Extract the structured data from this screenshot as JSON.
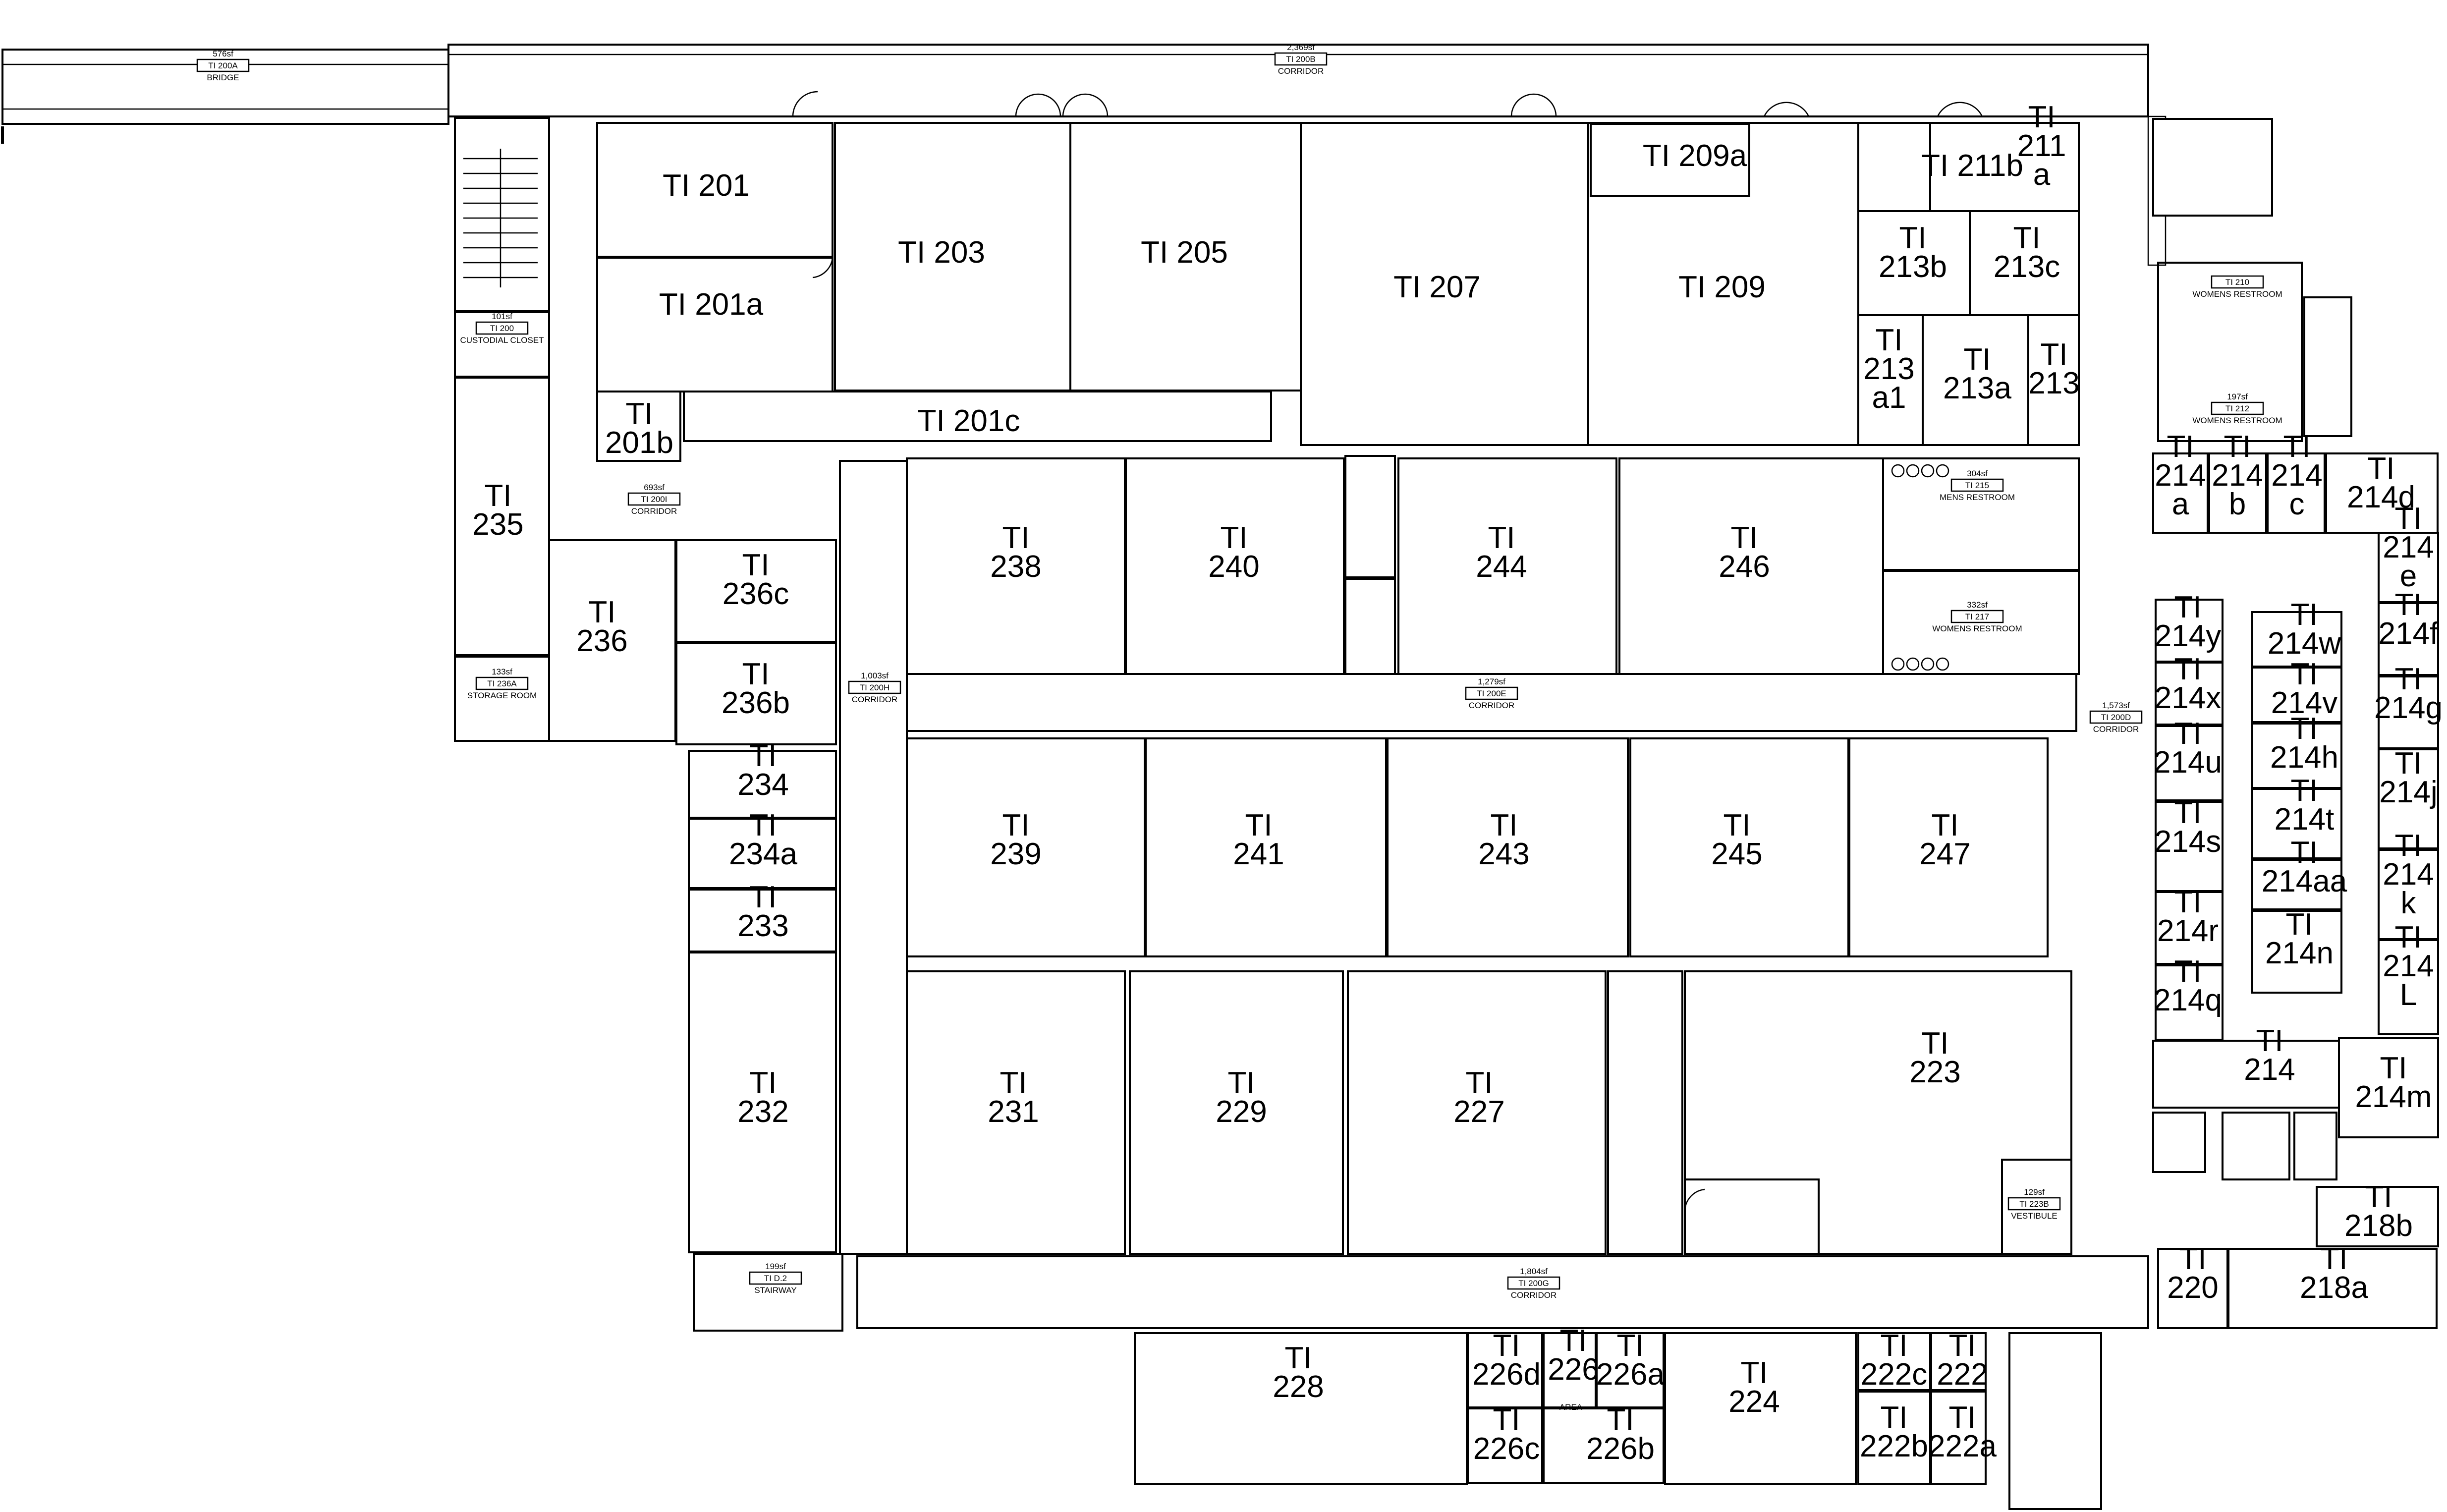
{
  "rooms": [
    {
      "id": "r201",
      "lines": [
        "TI 201"
      ]
    },
    {
      "id": "r201a",
      "lines": [
        "TI 201a"
      ]
    },
    {
      "id": "r201b",
      "lines": [
        "TI",
        "201b"
      ]
    },
    {
      "id": "r201c",
      "lines": [
        "TI 201c"
      ]
    },
    {
      "id": "r203",
      "lines": [
        "TI 203"
      ]
    },
    {
      "id": "r205",
      "lines": [
        "TI 205"
      ]
    },
    {
      "id": "r207",
      "lines": [
        "TI 207"
      ]
    },
    {
      "id": "r209",
      "lines": [
        "TI 209"
      ]
    },
    {
      "id": "r209a",
      "lines": [
        "TI 209a"
      ]
    },
    {
      "id": "r211a",
      "lines": [
        "TI",
        "211",
        "a"
      ]
    },
    {
      "id": "r211b",
      "lines": [
        "TI 211b"
      ]
    },
    {
      "id": "r213",
      "lines": [
        "TI",
        "213"
      ]
    },
    {
      "id": "r213a",
      "lines": [
        "TI",
        "213a"
      ]
    },
    {
      "id": "r213a1",
      "lines": [
        "TI",
        "213",
        "a1"
      ]
    },
    {
      "id": "r213b",
      "lines": [
        "TI",
        "213b"
      ]
    },
    {
      "id": "r213c",
      "lines": [
        "TI",
        "213c"
      ]
    },
    {
      "id": "r214",
      "lines": [
        "TI",
        "214"
      ]
    },
    {
      "id": "r214a",
      "lines": [
        "TI",
        "214",
        "a"
      ]
    },
    {
      "id": "r214b",
      "lines": [
        "TI",
        "214",
        "b"
      ]
    },
    {
      "id": "r214c",
      "lines": [
        "TI",
        "214",
        "c"
      ]
    },
    {
      "id": "r214d",
      "lines": [
        "TI",
        "214d"
      ]
    },
    {
      "id": "r214e",
      "lines": [
        "TI",
        "214",
        "e"
      ]
    },
    {
      "id": "r214f",
      "lines": [
        "TI",
        "214f"
      ]
    },
    {
      "id": "r214g",
      "lines": [
        "TI",
        "214g"
      ]
    },
    {
      "id": "r214h",
      "lines": [
        "TI",
        "214h"
      ]
    },
    {
      "id": "r214j",
      "lines": [
        "TI",
        "214j"
      ]
    },
    {
      "id": "r214k",
      "lines": [
        "TI",
        "214",
        "k"
      ]
    },
    {
      "id": "r214L",
      "lines": [
        "TI",
        "214",
        "L"
      ]
    },
    {
      "id": "r214m",
      "lines": [
        "TI",
        "214m"
      ]
    },
    {
      "id": "r214n",
      "lines": [
        "TI",
        "214n"
      ]
    },
    {
      "id": "r214q",
      "lines": [
        "TI",
        "214q"
      ]
    },
    {
      "id": "r214r",
      "lines": [
        "TI",
        "214r"
      ]
    },
    {
      "id": "r214s",
      "lines": [
        "TI",
        "214s"
      ]
    },
    {
      "id": "r214t",
      "lines": [
        "TI",
        "214t"
      ]
    },
    {
      "id": "r214u",
      "lines": [
        "TI",
        "214u"
      ]
    },
    {
      "id": "r214v",
      "lines": [
        "TI",
        "214v"
      ]
    },
    {
      "id": "r214w",
      "lines": [
        "TI",
        "214w"
      ]
    },
    {
      "id": "r214x",
      "lines": [
        "TI",
        "214x"
      ]
    },
    {
      "id": "r214y",
      "lines": [
        "TI",
        "214y"
      ]
    },
    {
      "id": "r214aa",
      "lines": [
        "TI",
        "214aa"
      ]
    },
    {
      "id": "r218a",
      "lines": [
        "TI",
        "218a"
      ]
    },
    {
      "id": "r218b",
      "lines": [
        "TI",
        "218b"
      ]
    },
    {
      "id": "r220",
      "lines": [
        "TI",
        "220"
      ]
    },
    {
      "id": "r222",
      "lines": [
        "TI",
        "222"
      ]
    },
    {
      "id": "r222a",
      "lines": [
        "TI",
        "222a"
      ]
    },
    {
      "id": "r222b",
      "lines": [
        "TI",
        "222b"
      ]
    },
    {
      "id": "r222c",
      "lines": [
        "TI",
        "222c"
      ]
    },
    {
      "id": "r223",
      "lines": [
        "TI",
        "223"
      ]
    },
    {
      "id": "r224",
      "lines": [
        "TI",
        "224"
      ]
    },
    {
      "id": "r226",
      "lines": [
        "TI",
        "226"
      ]
    },
    {
      "id": "r226a",
      "lines": [
        "TI",
        "226a"
      ]
    },
    {
      "id": "r226b",
      "lines": [
        "TI",
        "226b"
      ]
    },
    {
      "id": "r226c",
      "lines": [
        "TI",
        "226c"
      ]
    },
    {
      "id": "r226d",
      "lines": [
        "TI",
        "226d"
      ]
    },
    {
      "id": "r227",
      "lines": [
        "TI",
        "227"
      ]
    },
    {
      "id": "r228",
      "lines": [
        "TI",
        "228"
      ]
    },
    {
      "id": "r229",
      "lines": [
        "TI",
        "229"
      ]
    },
    {
      "id": "r231",
      "lines": [
        "TI",
        "231"
      ]
    },
    {
      "id": "r232",
      "lines": [
        "TI",
        "232"
      ]
    },
    {
      "id": "r233",
      "lines": [
        "TI",
        "233"
      ]
    },
    {
      "id": "r234",
      "lines": [
        "TI",
        "234"
      ]
    },
    {
      "id": "r234a",
      "lines": [
        "TI",
        "234a"
      ]
    },
    {
      "id": "r235",
      "lines": [
        "TI",
        "235"
      ]
    },
    {
      "id": "r236",
      "lines": [
        "TI",
        "236"
      ]
    },
    {
      "id": "r236b",
      "lines": [
        "TI",
        "236b"
      ]
    },
    {
      "id": "r236c",
      "lines": [
        "TI",
        "236c"
      ]
    },
    {
      "id": "r238",
      "lines": [
        "TI",
        "238"
      ]
    },
    {
      "id": "r239",
      "lines": [
        "TI",
        "239"
      ]
    },
    {
      "id": "r240",
      "lines": [
        "TI",
        "240"
      ]
    },
    {
      "id": "r241",
      "lines": [
        "TI",
        "241"
      ]
    },
    {
      "id": "r243",
      "lines": [
        "TI",
        "243"
      ]
    },
    {
      "id": "r244",
      "lines": [
        "TI",
        "244"
      ]
    },
    {
      "id": "r245",
      "lines": [
        "TI",
        "245"
      ]
    },
    {
      "id": "r246",
      "lines": [
        "TI",
        "246"
      ]
    },
    {
      "id": "r247",
      "lines": [
        "TI",
        "247"
      ]
    }
  ],
  "tags": [
    {
      "id": "t200a",
      "area": "576sf",
      "code": "TI 200A",
      "name": "BRIDGE"
    },
    {
      "id": "t200b",
      "area": "2,369sf",
      "code": "TI 200B",
      "name": "CORRIDOR"
    },
    {
      "id": "t200",
      "area": "101sf",
      "code": "TI 200",
      "name": "CUSTODIAL CLOSET"
    },
    {
      "id": "t200i",
      "area": "693sf",
      "code": "TI 200I",
      "name": "CORRIDOR"
    },
    {
      "id": "t236a",
      "area": "133sf",
      "code": "TI 236A",
      "name": "STORAGE ROOM"
    },
    {
      "id": "t200h",
      "area": "1,003sf",
      "code": "TI 200H",
      "name": "CORRIDOR"
    },
    {
      "id": "t200e",
      "area": "1,279sf",
      "code": "TI 200E",
      "name": "CORRIDOR"
    },
    {
      "id": "t215",
      "area": "304sf",
      "code": "TI 215",
      "name": "MENS RESTROOM"
    },
    {
      "id": "t217",
      "area": "332sf",
      "code": "TI 217",
      "name": "WOMENS RESTROOM"
    },
    {
      "id": "t210",
      "area": "",
      "code": "TI 210",
      "name": "WOMENS RESTROOM"
    },
    {
      "id": "t212",
      "area": "197sf",
      "code": "TI 212",
      "name": "WOMENS RESTROOM"
    },
    {
      "id": "t200d",
      "area": "1,573sf",
      "code": "TI 200D",
      "name": "CORRIDOR"
    },
    {
      "id": "t223b",
      "area": "129sf",
      "code": "TI 223B",
      "name": "VESTIBULE"
    },
    {
      "id": "t200g",
      "area": "1,804sf",
      "code": "TI 200G",
      "name": "CORRIDOR"
    },
    {
      "id": "td2",
      "area": "199sf",
      "code": "TI D.2",
      "name": "STAIRWAY"
    }
  ],
  "annotations": {
    "area_label": "AREA"
  }
}
